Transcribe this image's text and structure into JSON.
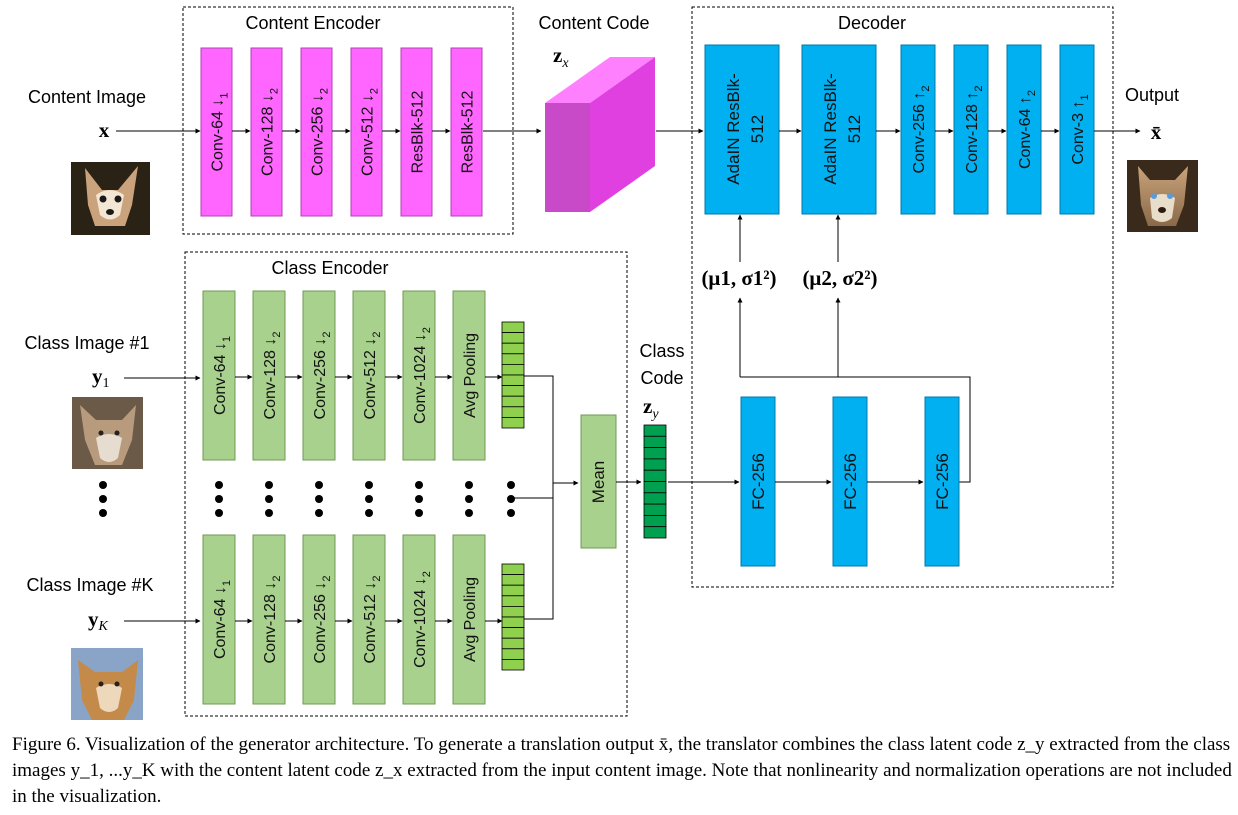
{
  "content_encoder": {
    "title": "Content Encoder",
    "blocks": [
      "Conv-64 ↓",
      "Conv-128 ↓",
      "Conv-256 ↓",
      "Conv-512 ↓",
      "ResBlk-512",
      "ResBlk-512"
    ],
    "block_subs": [
      "1",
      "2",
      "2",
      "2",
      "",
      ""
    ]
  },
  "content_input": {
    "label": "Content Image",
    "symbol": "x"
  },
  "content_code": {
    "label": "Content Code",
    "symbol": "z",
    "sub": "x"
  },
  "decoder": {
    "title": "Decoder",
    "adain_blocks": [
      [
        "AdaIN ResBlk-",
        "512"
      ],
      [
        "AdaIN ResBlk-",
        "512"
      ]
    ],
    "conv_blocks": [
      "Conv-256 ↑",
      "Conv-128 ↑",
      "Conv-64 ↑",
      "Conv-3 ↑"
    ],
    "conv_subs": [
      "2",
      "2",
      "2",
      "1"
    ],
    "adain_params": [
      "(μ1, σ1²)",
      "(μ2, σ2²)"
    ]
  },
  "output": {
    "label": "Output",
    "symbol": "x̄"
  },
  "class_encoder": {
    "title": "Class Encoder",
    "blocks": [
      "Conv-64 ↓",
      "Conv-128 ↓",
      "Conv-256 ↓",
      "Conv-512 ↓",
      "Conv-1024 ↓",
      "Avg Pooling"
    ],
    "block_subs": [
      "1",
      "2",
      "2",
      "2",
      "2",
      ""
    ]
  },
  "class_inputs": [
    {
      "label": "Class Image #1",
      "symbol": "y",
      "sub": "1"
    },
    {
      "label": "Class Image #K",
      "symbol": "y",
      "sub": "K"
    }
  ],
  "mean": {
    "label": "Mean"
  },
  "class_code": {
    "label_line1": "Class",
    "label_line2": "Code",
    "symbol": "z",
    "sub": "y"
  },
  "mlp": {
    "blocks": [
      "FC-256",
      "FC-256",
      "FC-256"
    ]
  },
  "colors": {
    "content_block": "#ff66ff",
    "class_block": "#a9d18e",
    "decoder_block": "#00b0f0",
    "code_vector": "#00b050",
    "class_code_vector": "#00a050"
  },
  "caption": "Figure 6. Visualization of the generator architecture. To generate a translation output x̄, the translator combines the class latent code z_y extracted from the class images y_1, ...y_K with the content latent code z_x extracted from the input content image. Note that nonlinearity and normalization operations are not included in the visualization."
}
